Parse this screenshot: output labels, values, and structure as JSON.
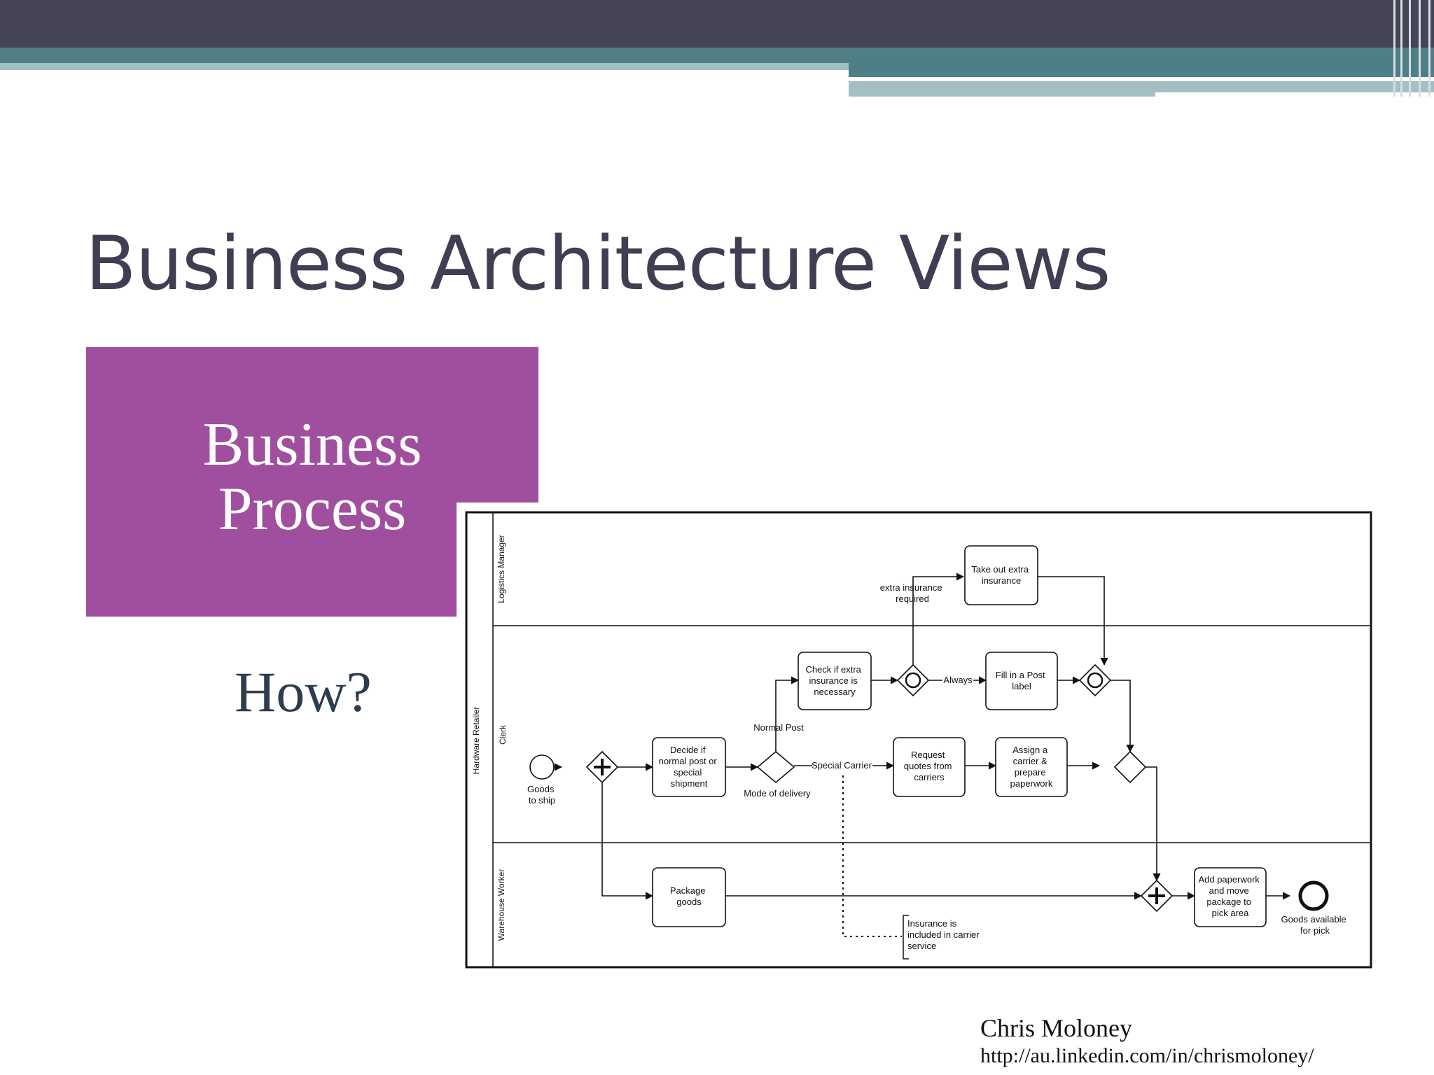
{
  "slide": {
    "title": "Business Architecture Views",
    "box_label_line1": "Business",
    "box_label_line2": "Process",
    "question": "How?",
    "author": "Chris Moloney",
    "author_url": "http://au.linkedin.com/in/chrismoloney/"
  },
  "colors": {
    "header_dark": "#464558",
    "header_teal": "#4e7f86",
    "header_light": "#a4bfc3",
    "title_text": "#3f3e52",
    "box_purple": "#a04f9f",
    "question_text": "#2d3c4e"
  },
  "diagram": {
    "pool_label": "Hardware Retailer",
    "lanes": [
      "Logistics Manager",
      "Clerk",
      "Warehouse Worker"
    ],
    "tasks": {
      "take_out_insurance": [
        "Take out extra",
        "insurance"
      ],
      "check_insurance": [
        "Check if extra",
        "insurance is",
        "necessary"
      ],
      "fill_post_label": [
        "Fill in a Post",
        "label"
      ],
      "decide_shipment": [
        "Decide if",
        "normal post or",
        "special",
        "shipment"
      ],
      "request_quotes": [
        "Request",
        "quotes from",
        "carriers"
      ],
      "assign_carrier": [
        "Assign a",
        "carrier &",
        "prepare",
        "paperwork"
      ],
      "package_goods": [
        "Package",
        "goods"
      ],
      "add_paperwork": [
        "Add paperwork",
        "and move",
        "package to",
        "pick area"
      ]
    },
    "events": {
      "start": [
        "Goods",
        "to ship"
      ],
      "end": [
        "Goods available",
        "for pick"
      ]
    },
    "flow_labels": {
      "extra_insurance": [
        "extra insurance",
        "required"
      ],
      "always": "Always",
      "normal_post": "Normal Post",
      "special_carrier": "Special Carrier",
      "mode_of_delivery": "Mode of delivery"
    },
    "annotation": [
      "Insurance is",
      "included in carrier",
      "service"
    ]
  }
}
